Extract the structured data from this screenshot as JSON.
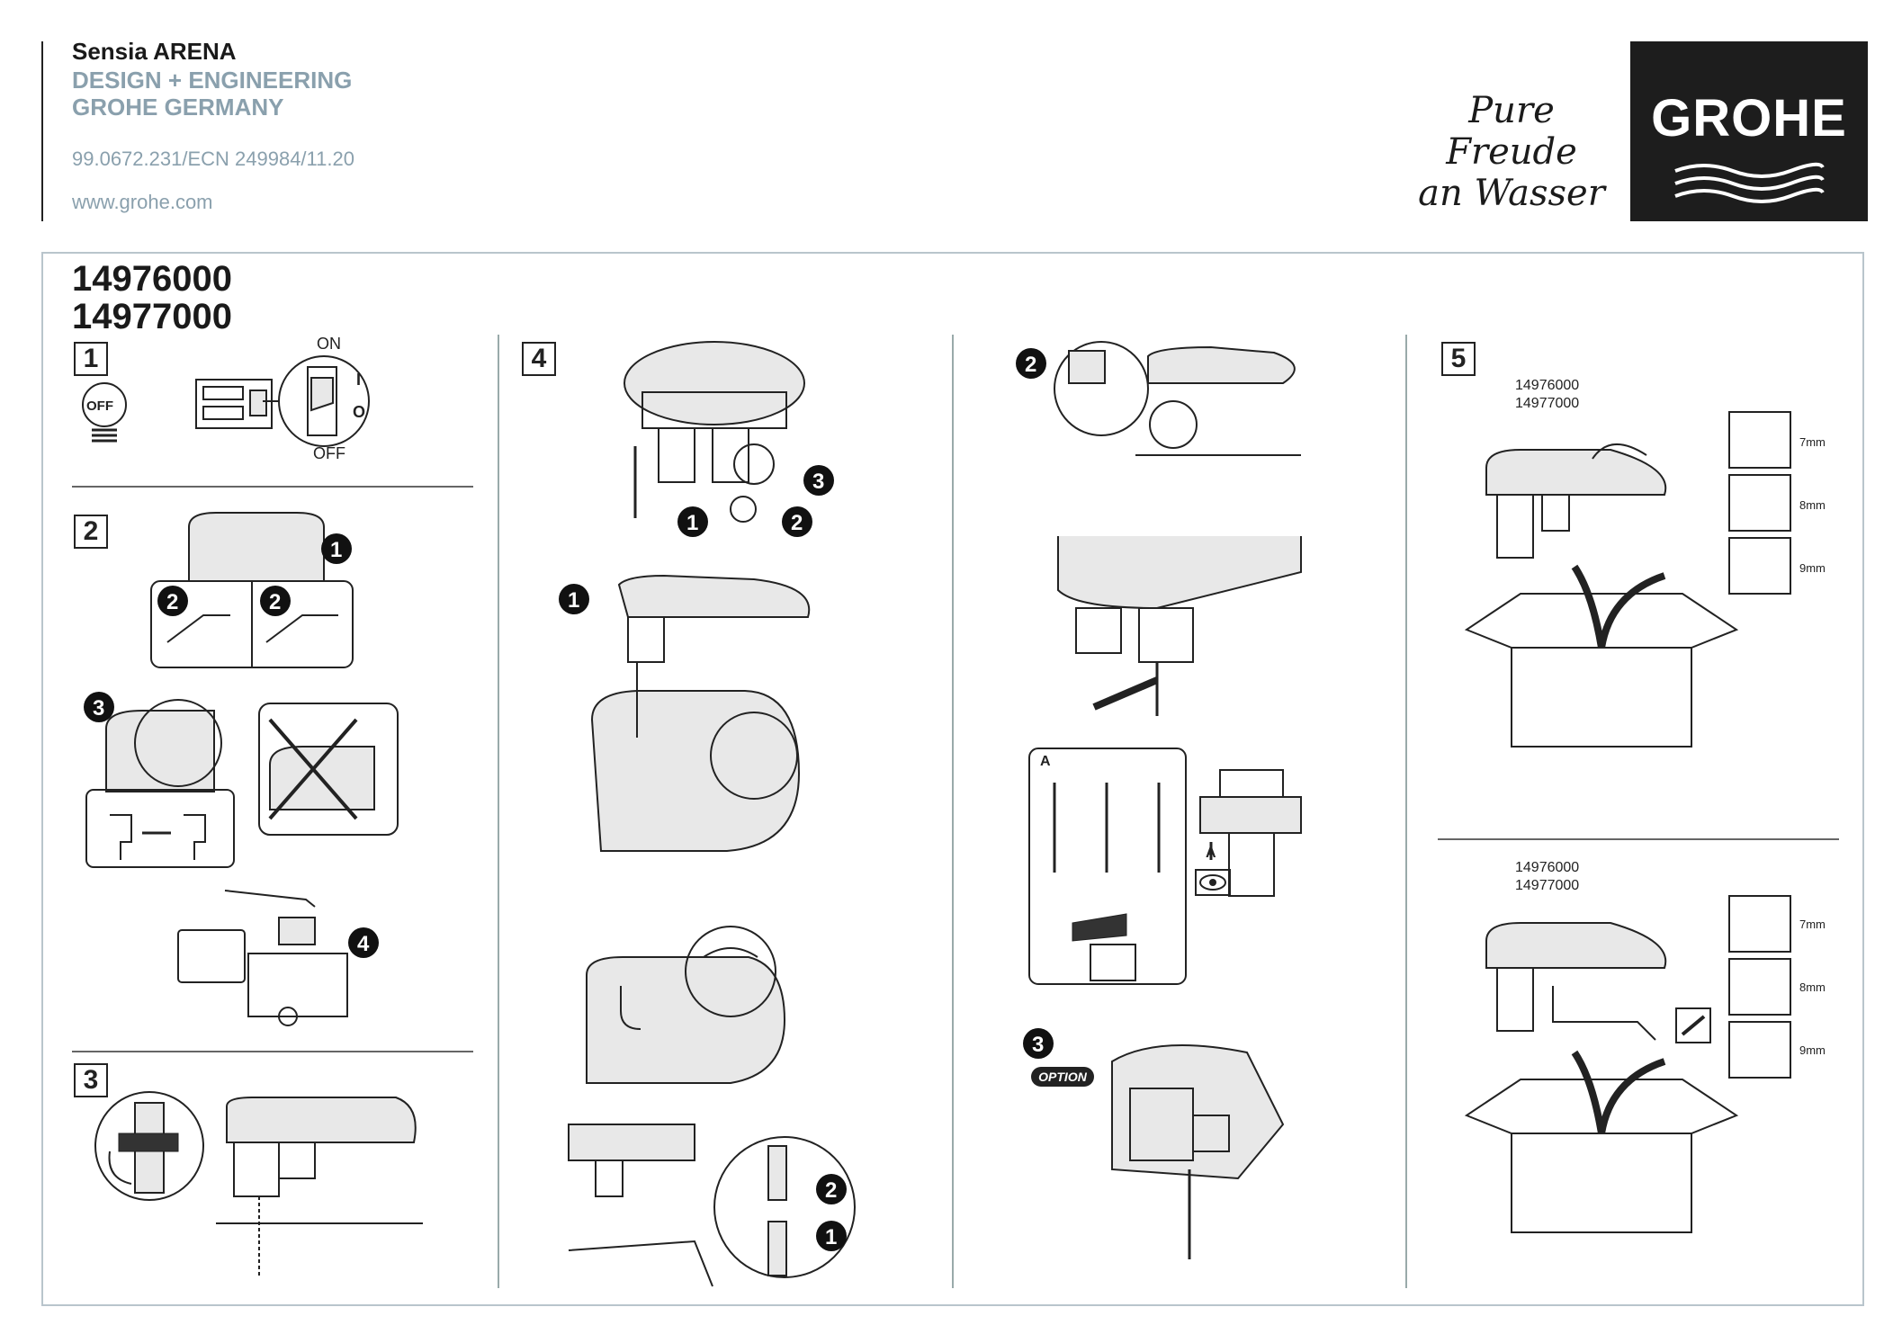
{
  "header": {
    "product_name": "Sensia ARENA",
    "line1": "DESIGN + ENGINEERING",
    "line2": "GROHE GERMANY",
    "doc_code": "99.0672.231/ECN 249984/11.20",
    "website": "www.grohe.com",
    "slogan_line1": "Pure Freude",
    "slogan_line2": "an Wasser",
    "logo_text": "GROHE"
  },
  "products": [
    "14976000",
    "14977000"
  ],
  "steps": {
    "s1": "1",
    "s2": "2",
    "s3": "3",
    "s4": "4",
    "s5": "5"
  },
  "step1": {
    "off_bulb": "OFF",
    "on_label": "ON",
    "off_label": "OFF",
    "switch_on_mark": "I",
    "switch_off_mark": "O"
  },
  "callouts": {
    "n1": "1",
    "n2": "2",
    "n3": "3",
    "n4": "4"
  },
  "col3": {
    "detail_a": "A",
    "view_a": "A",
    "option": "OPTION"
  },
  "step5": {
    "top": {
      "code1": "14976000",
      "code2": "14977000",
      "mm": [
        "7mm",
        "8mm",
        "9mm"
      ]
    },
    "bottom": {
      "code1": "14976000",
      "code2": "14977000",
      "mm": [
        "7mm",
        "8mm",
        "9mm"
      ]
    }
  },
  "icons": [
    "bulb-off-icon",
    "switch-icon",
    "eye-icon",
    "box-icon",
    "screwdriver-icon"
  ]
}
